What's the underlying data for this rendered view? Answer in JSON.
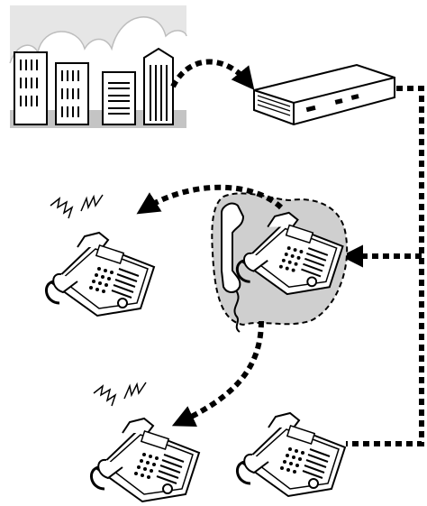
{
  "diagram": {
    "nodes": [
      {
        "id": "city",
        "icon": "city-buildings-icon"
      },
      {
        "id": "pbx",
        "icon": "pbx-unit-icon"
      },
      {
        "id": "phone-left-top",
        "icon": "ringing-phone-icon"
      },
      {
        "id": "phone-center",
        "icon": "handset-off-hook-phone-icon"
      },
      {
        "id": "phone-left-bottom",
        "icon": "ringing-phone-icon"
      },
      {
        "id": "phone-bottom-right",
        "icon": "desk-phone-icon"
      }
    ],
    "edges": [
      {
        "from": "city",
        "to": "pbx",
        "style": "dotted-arrow"
      },
      {
        "from": "pbx",
        "to": "phone-center",
        "style": "dotted-arrow"
      },
      {
        "from": "pbx",
        "to": "phone-bottom-right",
        "style": "dotted-line"
      },
      {
        "from": "phone-center",
        "to": "phone-left-top",
        "style": "dotted-arrow"
      },
      {
        "from": "phone-center",
        "to": "phone-left-bottom",
        "style": "dotted-arrow"
      }
    ],
    "colors": {
      "line": "#000000",
      "highlight": "#c8c8c8",
      "city_bg": "#c9c9c9"
    }
  }
}
